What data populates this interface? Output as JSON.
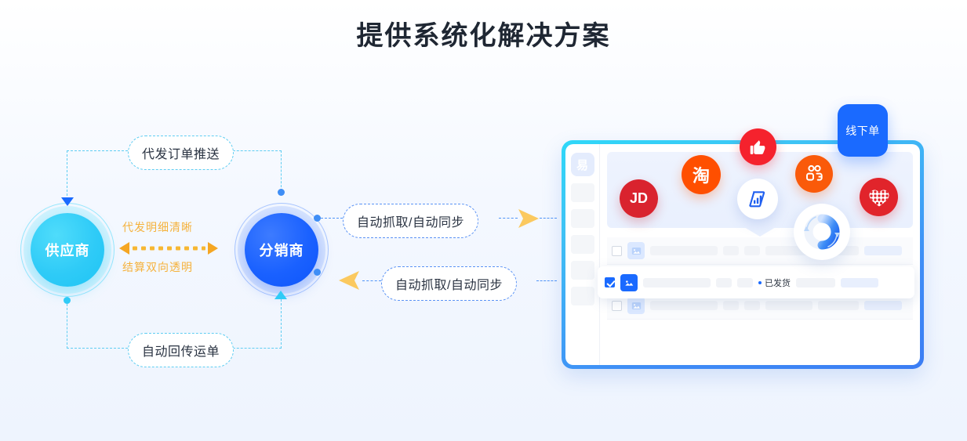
{
  "page": {
    "title": "提供系统化解决方案",
    "accent_blue": "#1a6aff",
    "accent_cyan": "#2fcbf7",
    "accent_gold": "#f5b23c"
  },
  "flow": {
    "nodes": [
      {
        "id": "supplier",
        "label": "供应商",
        "color": "#2fcbf7"
      },
      {
        "id": "distributor",
        "label": "分销商",
        "color": "#1a61ff"
      }
    ],
    "top_label": "代发订单推送",
    "bottom_label": "自动回传运单",
    "mid_top_label": "代发明细清晰",
    "mid_bottom_label": "结算双向透明",
    "right_top_label": "自动抓取/自动同步",
    "right_bottom_label": "自动抓取/自动同步"
  },
  "panel": {
    "sidebar": {
      "logo_text": "易",
      "placeholder_count": 5
    },
    "offline_badge": "线下单",
    "sync_icon": "sync-refresh-icon",
    "platform_logos": [
      {
        "name": "jd-logo",
        "label": "JD",
        "color": "#d9232e"
      },
      {
        "name": "taobao-logo",
        "label": "淘",
        "color": "#ff4f00"
      },
      {
        "name": "thumbs-up-logo",
        "label": "",
        "color": "#f5222d"
      },
      {
        "name": "alibaba-1688-logo",
        "label": "",
        "color": "#ffffff"
      },
      {
        "name": "kuaishou-logo",
        "label": "",
        "color": "#fa5a0a"
      },
      {
        "name": "xiaohongshu-logo",
        "label": "",
        "color": "#e1242b"
      }
    ],
    "rows": [
      {
        "checked": false,
        "status": ""
      },
      {
        "checked": true,
        "status": "已发货"
      },
      {
        "checked": false,
        "status": ""
      }
    ]
  }
}
